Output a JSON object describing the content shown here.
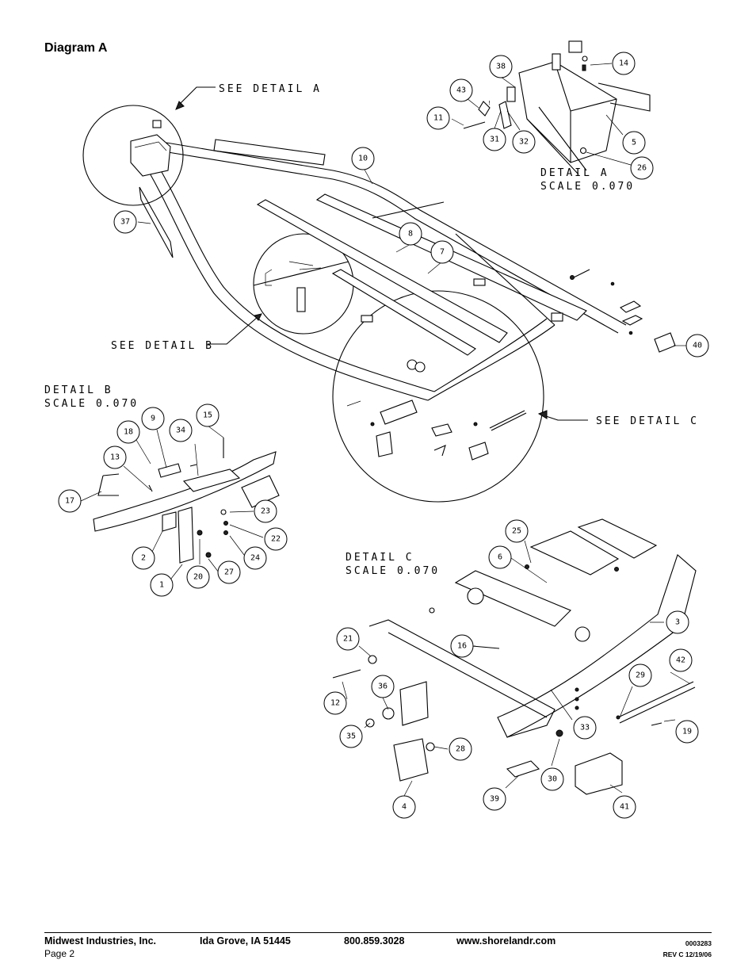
{
  "title": "Diagram A",
  "labels": {
    "see_a": "SEE DETAIL  A",
    "see_b": "SEE DETAIL  B",
    "see_c": "SEE DETAIL  C",
    "detail_a": "DETAIL  A",
    "detail_b": "DETAIL  B",
    "detail_c": "DETAIL  C",
    "scale": "SCALE  0.070"
  },
  "callouts": [
    {
      "n": "10"
    },
    {
      "n": "37"
    },
    {
      "n": "8"
    },
    {
      "n": "7"
    },
    {
      "n": "40"
    },
    {
      "n": "38"
    },
    {
      "n": "14"
    },
    {
      "n": "43"
    },
    {
      "n": "11"
    },
    {
      "n": "31"
    },
    {
      "n": "32"
    },
    {
      "n": "5"
    },
    {
      "n": "26"
    },
    {
      "n": "9"
    },
    {
      "n": "15"
    },
    {
      "n": "18"
    },
    {
      "n": "34"
    },
    {
      "n": "13"
    },
    {
      "n": "17"
    },
    {
      "n": "23"
    },
    {
      "n": "22"
    },
    {
      "n": "2"
    },
    {
      "n": "24"
    },
    {
      "n": "1"
    },
    {
      "n": "20"
    },
    {
      "n": "27"
    },
    {
      "n": "25"
    },
    {
      "n": "6"
    },
    {
      "n": "3"
    },
    {
      "n": "21"
    },
    {
      "n": "16"
    },
    {
      "n": "42"
    },
    {
      "n": "29"
    },
    {
      "n": "12"
    },
    {
      "n": "36"
    },
    {
      "n": "33"
    },
    {
      "n": "19"
    },
    {
      "n": "35"
    },
    {
      "n": "28"
    },
    {
      "n": "30"
    },
    {
      "n": "4"
    },
    {
      "n": "39"
    },
    {
      "n": "41"
    }
  ],
  "footer": {
    "company": "Midwest Industries, Inc.",
    "city": "Ida Grove, IA  51445",
    "phone": "800.859.3028",
    "web": "www.shorelandr.com",
    "page": "Page 2",
    "docno": "0003283",
    "rev": "REV  C  12/19/06"
  }
}
